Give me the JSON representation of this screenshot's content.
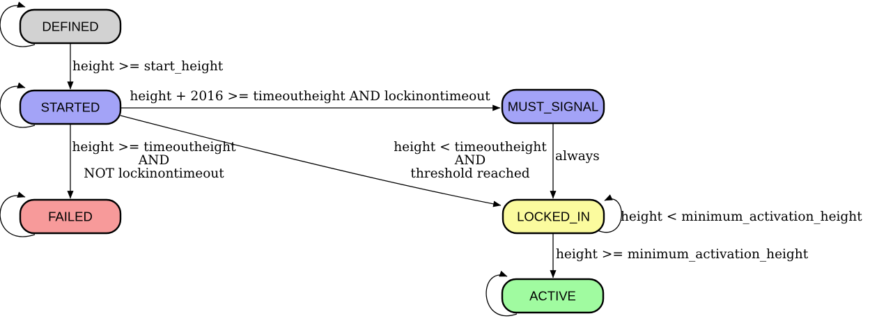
{
  "diagram": {
    "type": "state-machine",
    "background": "#ffffff",
    "edge_color": "#000000",
    "node_border_color": "#000000",
    "text_color": "#000000"
  },
  "nodes": [
    {
      "id": "defined",
      "label": "DEFINED",
      "fill": "#d2d2d2",
      "has_self_loop": true
    },
    {
      "id": "started",
      "label": "STARTED",
      "fill": "#a3a3f7",
      "has_self_loop": true
    },
    {
      "id": "failed",
      "label": "FAILED",
      "fill": "#f79a9a",
      "has_self_loop": true
    },
    {
      "id": "must_signal",
      "label": "MUST_SIGNAL",
      "fill": "#a3a3f7",
      "has_self_loop": false
    },
    {
      "id": "locked_in",
      "label": "LOCKED_IN",
      "fill": "#fbfb9e",
      "has_self_loop": true
    },
    {
      "id": "active",
      "label": "ACTIVE",
      "fill": "#a0fba0",
      "has_self_loop": true
    }
  ],
  "edges": {
    "defined_to_started": {
      "from": "DEFINED",
      "to": "STARTED",
      "label": "height >= start_height"
    },
    "started_to_must_signal": {
      "from": "STARTED",
      "to": "MUST_SIGNAL",
      "label": "height + 2016 >= timeoutheight AND lockinontimeout"
    },
    "started_to_failed": {
      "from": "STARTED",
      "to": "FAILED",
      "lines": [
        "height >= timeoutheight",
        "AND",
        "NOT lockinontimeout"
      ]
    },
    "started_to_locked_in": {
      "from": "STARTED",
      "to": "LOCKED_IN",
      "lines": [
        "height < timeoutheight",
        "AND",
        "threshold reached"
      ]
    },
    "must_signal_to_locked_in": {
      "from": "MUST_SIGNAL",
      "to": "LOCKED_IN",
      "label": "always"
    },
    "locked_in_self": {
      "from": "LOCKED_IN",
      "to": "LOCKED_IN",
      "label": "height < minimum_activation_height"
    },
    "locked_in_to_active": {
      "from": "LOCKED_IN",
      "to": "ACTIVE",
      "label": "height >= minimum_activation_height"
    }
  }
}
